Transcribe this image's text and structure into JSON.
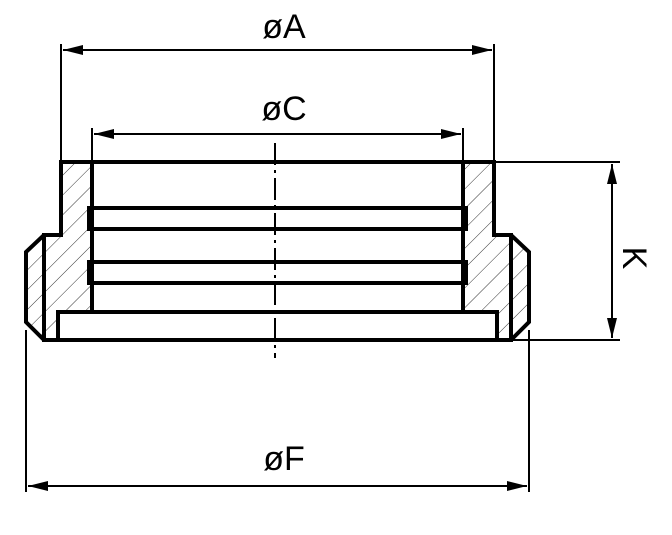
{
  "drawing": {
    "dimensions": {
      "outer_diameter_A": "øA",
      "bore_diameter_C": "øC",
      "flange_diameter_F": "øF",
      "height_K": "K"
    },
    "colors": {
      "line": "#000000",
      "background": "#ffffff"
    }
  }
}
